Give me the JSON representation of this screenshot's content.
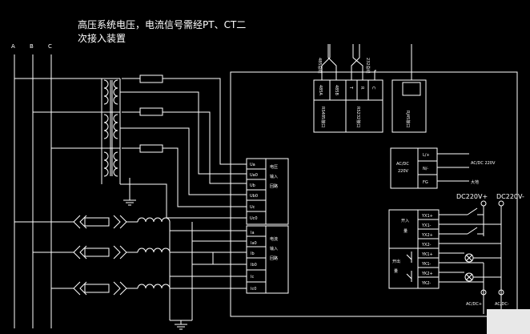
{
  "title": {
    "line1": "高压系统电压，电流信号需经PT、CT二",
    "line2": "次接入装置"
  },
  "bus_labels": [
    "A",
    "B",
    "C"
  ],
  "voltage_block": {
    "pins": [
      "Ua",
      "Ua0",
      "Ub",
      "Ub0",
      "Uc",
      "Uc0"
    ],
    "label_l1": "电压",
    "label_l2": "输入",
    "label_l3": "回路"
  },
  "current_block": {
    "pins": [
      "Ia",
      "Ia0",
      "Ib",
      "Ib0",
      "Ic",
      "Ic0"
    ],
    "label_l1": "电流",
    "label_l2": "输入",
    "label_l3": "回路"
  },
  "comm": {
    "rs485_top": "485总线",
    "rs232_top": "232总线",
    "rs485_pins": [
      "485A",
      "485B"
    ],
    "rs232_pins": [
      "T",
      "R",
      "C"
    ],
    "rs485_label": "RS485接口",
    "rs232_label": "RS232接口",
    "rj45_label": "RJ45接口"
  },
  "power": {
    "module_l1": "AC/DC",
    "module_l2": "220V",
    "pins": [
      "L/+",
      "N/-",
      "FG"
    ],
    "supply_label": "AC/DC 220V",
    "ground_label": "大地"
  },
  "dio": {
    "input_label_l1": "开入",
    "input_label_l2": "量",
    "output_label_l1": "开出",
    "output_label_l2": "量",
    "input_pins": [
      "YX1+",
      "YX1-",
      "YX2+",
      "YX2-"
    ],
    "output_pins": [
      "YK1+",
      "YK1-",
      "YK2+",
      "YK2-"
    ],
    "dc_plus": "DC220V+",
    "dc_minus": "DC220V-",
    "acdc_plus": "AC/DC+",
    "acdc_minus": "AC/DC-"
  }
}
